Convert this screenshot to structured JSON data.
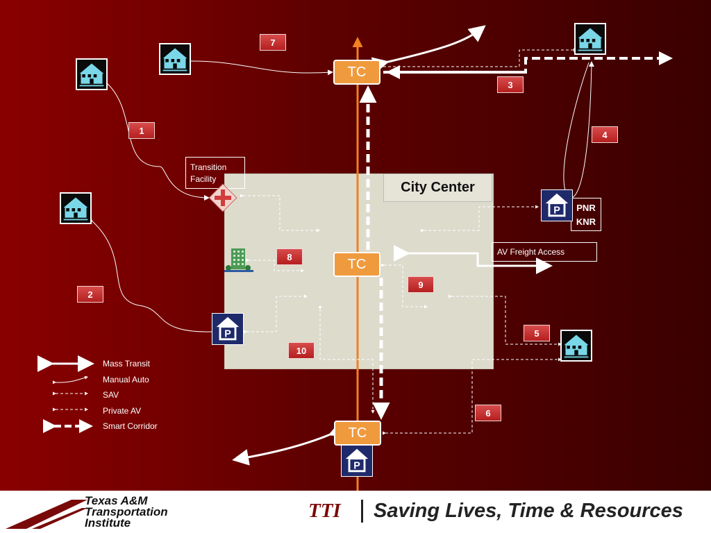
{
  "diagram": {
    "city_center": "City Center",
    "tc_label": "TC",
    "transition_facility": "Transition Facility",
    "pnr_knr": "PNR\nKNR",
    "av_freight_access": "AV Freight Access",
    "numbers": {
      "1": "1",
      "2": "2",
      "3": "3",
      "4": "4",
      "5": "5",
      "6": "6",
      "7": "7",
      "8": "8",
      "9": "9",
      "10": "10"
    }
  },
  "legend": [
    "Mass Transit",
    "Manual Auto",
    "SAV",
    "Private AV",
    "Smart Corridor"
  ],
  "footer": {
    "logo_line1": "Texas A&M",
    "logo_line2": "Transportation",
    "logo_line3": "Institute",
    "tti": "TTI",
    "slogan": "Saving Lives, Time & Resources"
  },
  "colors": {
    "background": "#6b0000",
    "transit_line": "#f08020",
    "tc_box": "#f09a3e",
    "badge": "#c0302f",
    "parking": "#1f2a6b",
    "house": "#79d7e8"
  }
}
